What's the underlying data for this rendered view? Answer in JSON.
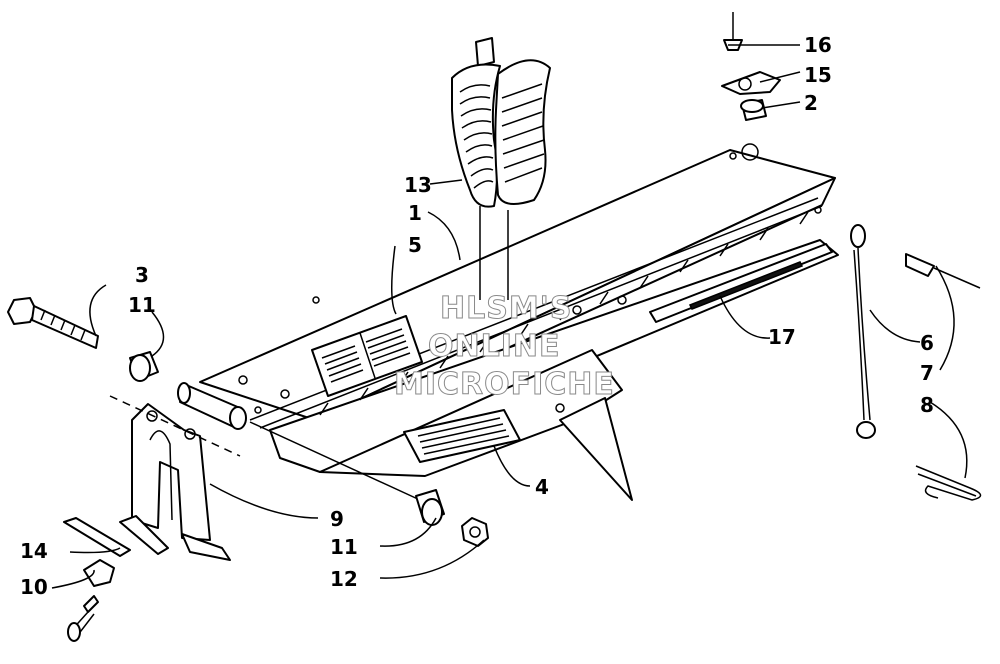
{
  "callouts": {
    "c1": "1",
    "c2": "2",
    "c3": "3",
    "c4": "4",
    "c5": "5",
    "c6": "6",
    "c7": "7",
    "c8": "8",
    "c9": "9",
    "c10": "10",
    "c11a": "11",
    "c11b": "11",
    "c12": "12",
    "c13": "13",
    "c14": "14",
    "c15": "15",
    "c16": "16",
    "c17": "17"
  },
  "watermark": {
    "line1": "HLSM'S",
    "line2": "ONLINE",
    "line3": "MICROFICHE"
  }
}
